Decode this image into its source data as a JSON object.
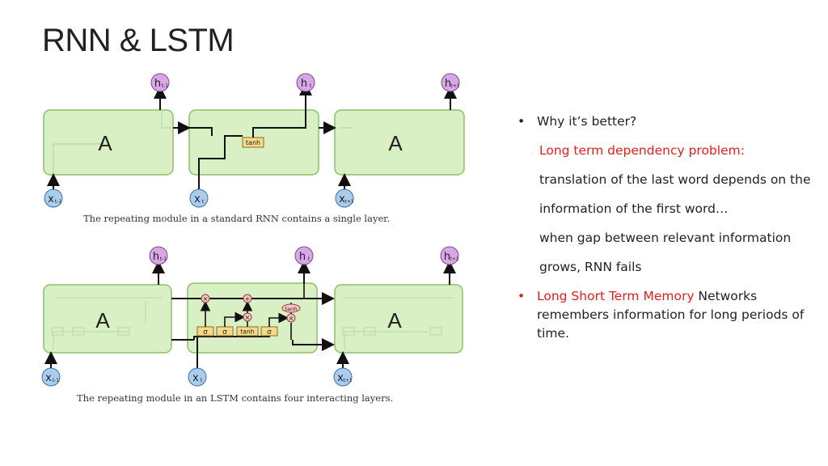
{
  "title": "RNN & LSTM",
  "diagram_rnn": {
    "cell_label": "A",
    "layer_label": "tanh",
    "outputs": [
      "h",
      "h",
      "h"
    ],
    "output_subs": [
      "t-1",
      "t",
      "t+1"
    ],
    "inputs": [
      "x",
      "x",
      "x"
    ],
    "input_subs": [
      "t-1",
      "t",
      "t+1"
    ],
    "caption": "The repeating module in a standard RNN contains a single layer."
  },
  "diagram_lstm": {
    "cell_label": "A",
    "gates": [
      "σ",
      "σ",
      "tanh",
      "σ"
    ],
    "ops": [
      "×",
      "+",
      "tanh",
      "×",
      "×"
    ],
    "outputs": [
      "h",
      "h",
      "h"
    ],
    "output_subs": [
      "t-1",
      "t",
      "t+1"
    ],
    "inputs": [
      "x",
      "x",
      "x"
    ],
    "input_subs": [
      "t-1",
      "t",
      "t+1"
    ],
    "caption": "The repeating module in an LSTM contains four interacting layers."
  },
  "bullets": {
    "b1": "Why it’s better?",
    "l1": "Long term dependency problem:",
    "l2": "translation of the last word depends on the",
    "l3": "information of the first word…",
    "l4": "when gap between relevant information",
    "l5": "grows, RNN fails",
    "b2_red": "Long Short Term Memory",
    "b2_rest": " Networks",
    "b2_l2": "remembers information for long periods of",
    "b2_l3": "time."
  },
  "colors": {
    "cell_fill": "#d9efc4",
    "cell_stroke": "#8fbf6a",
    "h_fill": "#d9a6e6",
    "x_fill": "#a9cdef",
    "gate_fill": "#f7d98a",
    "accent_red": "#e0201b"
  }
}
